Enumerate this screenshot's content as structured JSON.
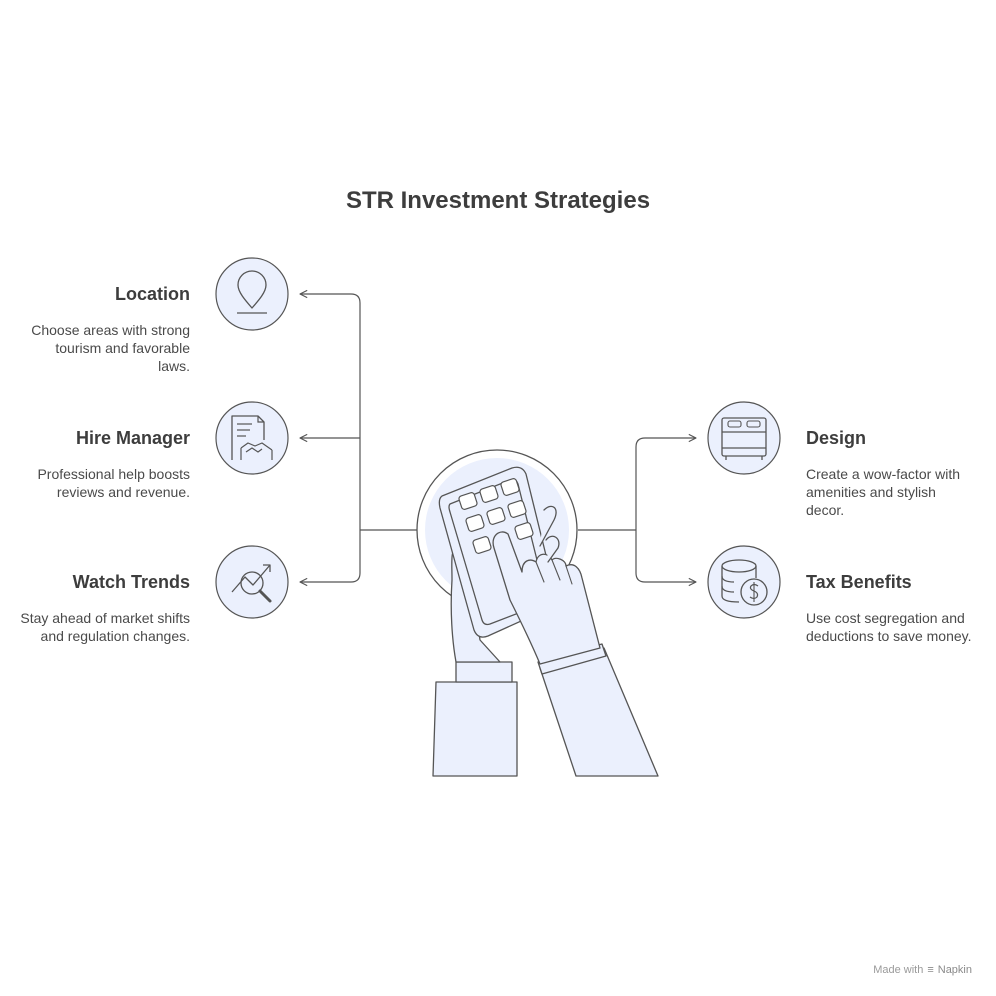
{
  "title": "STR Investment Strategies",
  "colors": {
    "stroke": "#555555",
    "fill": "#ebf0fd"
  },
  "left_items": [
    {
      "title": "Location",
      "desc": "Choose areas with strong tourism and favorable laws.",
      "icon": "map-pin-icon"
    },
    {
      "title": "Hire Manager",
      "desc": "Professional help boosts reviews and revenue.",
      "icon": "handshake-contract-icon"
    },
    {
      "title": "Watch Trends",
      "desc": "Stay ahead of market shifts and regulation changes.",
      "icon": "trend-magnifier-icon"
    }
  ],
  "right_items": [
    {
      "title": "Design",
      "desc": "Create a wow-factor with amenities and stylish decor.",
      "icon": "bed-icon"
    },
    {
      "title": "Tax Benefits",
      "desc": "Use cost segregation and deductions to save money.",
      "icon": "coins-dollar-icon"
    }
  ],
  "footer": {
    "made_with": "Made with",
    "brand": "Napkin"
  }
}
